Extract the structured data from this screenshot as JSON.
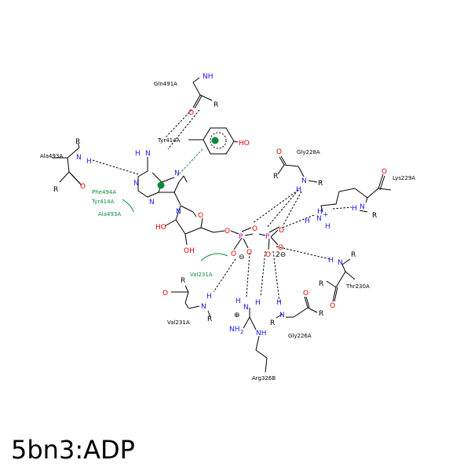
{
  "title": "5bn3:ADP",
  "colors": {
    "nitrogen": "#1a1aff",
    "oxygen": "#e00000",
    "phosphorus": "#cc00cc",
    "hydrophobic": "#0a8a3a"
  },
  "residues": {
    "gln491": "Gln491A",
    "tyr414": "Tyr414A",
    "ala493": "Ala493A",
    "gly228": "Gly228A",
    "lys229": "Lys229A",
    "thr230": "Thr230A",
    "val231": "Val231A",
    "gly226": "Gly226A",
    "arg326": "Arg326B"
  },
  "hydrophobic": {
    "phe494": "Phe494A",
    "tyr414": "Tyr414A",
    "ala493": "Ala493A",
    "val231": "Val231A"
  },
  "atoms": {
    "N": "N",
    "NH": "NH",
    "H": "H",
    "O": "O",
    "R": "R",
    "P": "P",
    "HO": "HO",
    "OH": "OH",
    "NH2": "NH",
    "sub2": "2",
    "plus": "+",
    "minus": "⊖",
    "charge2": "2⊖",
    "oplus": "⊕"
  }
}
